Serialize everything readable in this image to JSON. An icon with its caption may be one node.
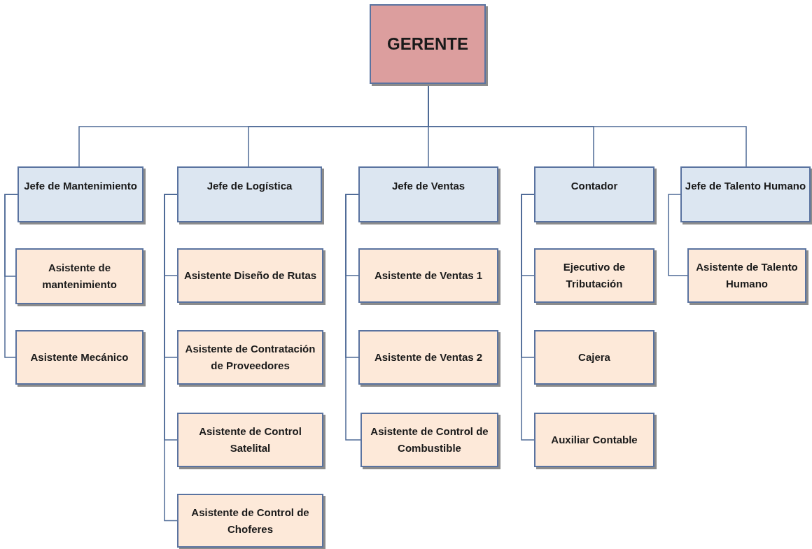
{
  "diagram": {
    "nodes": [
      {
        "text": [
          "GERENTE"
        ]
      },
      {
        "text": [
          "Jefe de Mantenimiento"
        ]
      },
      {
        "text": [
          "Asistente de mantenimiento"
        ]
      },
      {
        "text": [
          "Asistente Mecánico"
        ]
      },
      {
        "text": [
          "Jefe de Logística"
        ]
      },
      {
        "text": [
          "Asistente Diseño de Rutas"
        ]
      },
      {
        "text": [
          "Asistente de Contratación de Proveedores"
        ]
      },
      {
        "text": [
          "Asistente de Control Satelital"
        ]
      },
      {
        "text": [
          "Asistente de Control de Choferes"
        ]
      },
      {
        "text": [
          "Jefe de Ventas"
        ]
      },
      {
        "text": [
          "Asistente de Ventas 1"
        ]
      },
      {
        "text": [
          "Asistente de Ventas 2"
        ]
      },
      {
        "text": [
          "Asistente de Control de Combustible"
        ]
      },
      {
        "text": [
          "Contador"
        ]
      },
      {
        "text": [
          "Ejecutivo de Tributación"
        ]
      },
      {
        "text": [
          "Cajera"
        ]
      },
      {
        "text": [
          "Auxiliar Contable"
        ]
      },
      {
        "text": [
          "Jefe de Talento Humano"
        ]
      },
      {
        "text": [
          "Asistente de Talento Humano"
        ]
      }
    ],
    "edges": [
      {
        "from": 0,
        "to": 1,
        "arrow": "none"
      },
      {
        "from": 0,
        "to": 4,
        "arrow": "none"
      },
      {
        "from": 0,
        "to": 9,
        "arrow": "none"
      },
      {
        "from": 0,
        "to": 13,
        "arrow": "none"
      },
      {
        "from": 0,
        "to": 17,
        "arrow": "none"
      },
      {
        "from": 1,
        "to": 2,
        "arrow": "none"
      },
      {
        "from": 1,
        "to": 3,
        "arrow": "none"
      },
      {
        "from": 4,
        "to": 5,
        "arrow": "none"
      },
      {
        "from": 4,
        "to": 6,
        "arrow": "none"
      },
      {
        "from": 4,
        "to": 7,
        "arrow": "none"
      },
      {
        "from": 4,
        "to": 8,
        "arrow": "none"
      },
      {
        "from": 9,
        "to": 10,
        "arrow": "none"
      },
      {
        "from": 9,
        "to": 11,
        "arrow": "none"
      },
      {
        "from": 9,
        "to": 12,
        "arrow": "none"
      },
      {
        "from": 13,
        "to": 14,
        "arrow": "none"
      },
      {
        "from": 13,
        "to": 15,
        "arrow": "none"
      },
      {
        "from": 13,
        "to": 16,
        "arrow": "none"
      },
      {
        "from": 17,
        "to": 18,
        "arrow": "none"
      }
    ]
  }
}
